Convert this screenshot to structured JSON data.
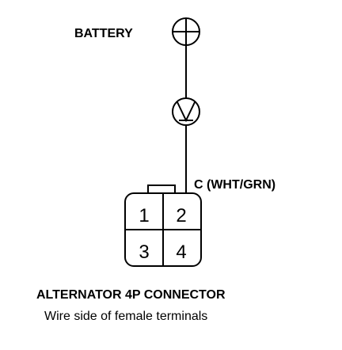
{
  "labels": {
    "battery": "BATTERY",
    "wire": "C (WHT/GRN)",
    "connector_title": "ALTERNATOR 4P CONNECTOR",
    "connector_subtitle": "Wire side of female terminals"
  },
  "connector": {
    "pins": [
      "1",
      "2",
      "3",
      "4"
    ]
  }
}
